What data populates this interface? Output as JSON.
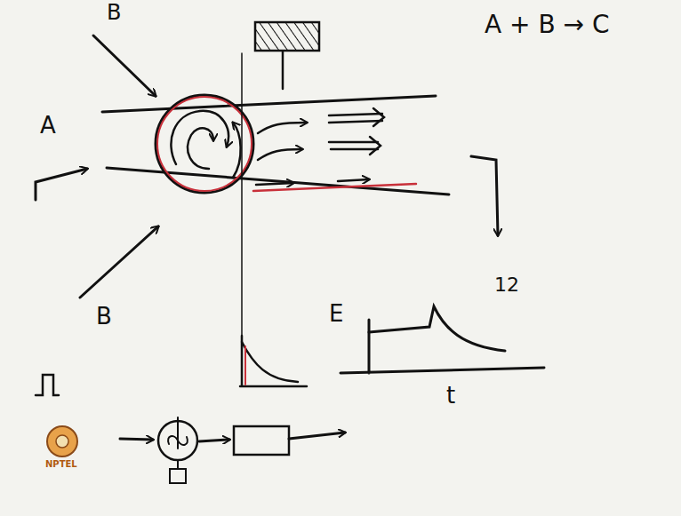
{
  "diagram": {
    "labels": [
      "A + B → C",
      "B",
      "A",
      "B",
      "E",
      "t",
      "12",
      "NPTEL"
    ]
  }
}
